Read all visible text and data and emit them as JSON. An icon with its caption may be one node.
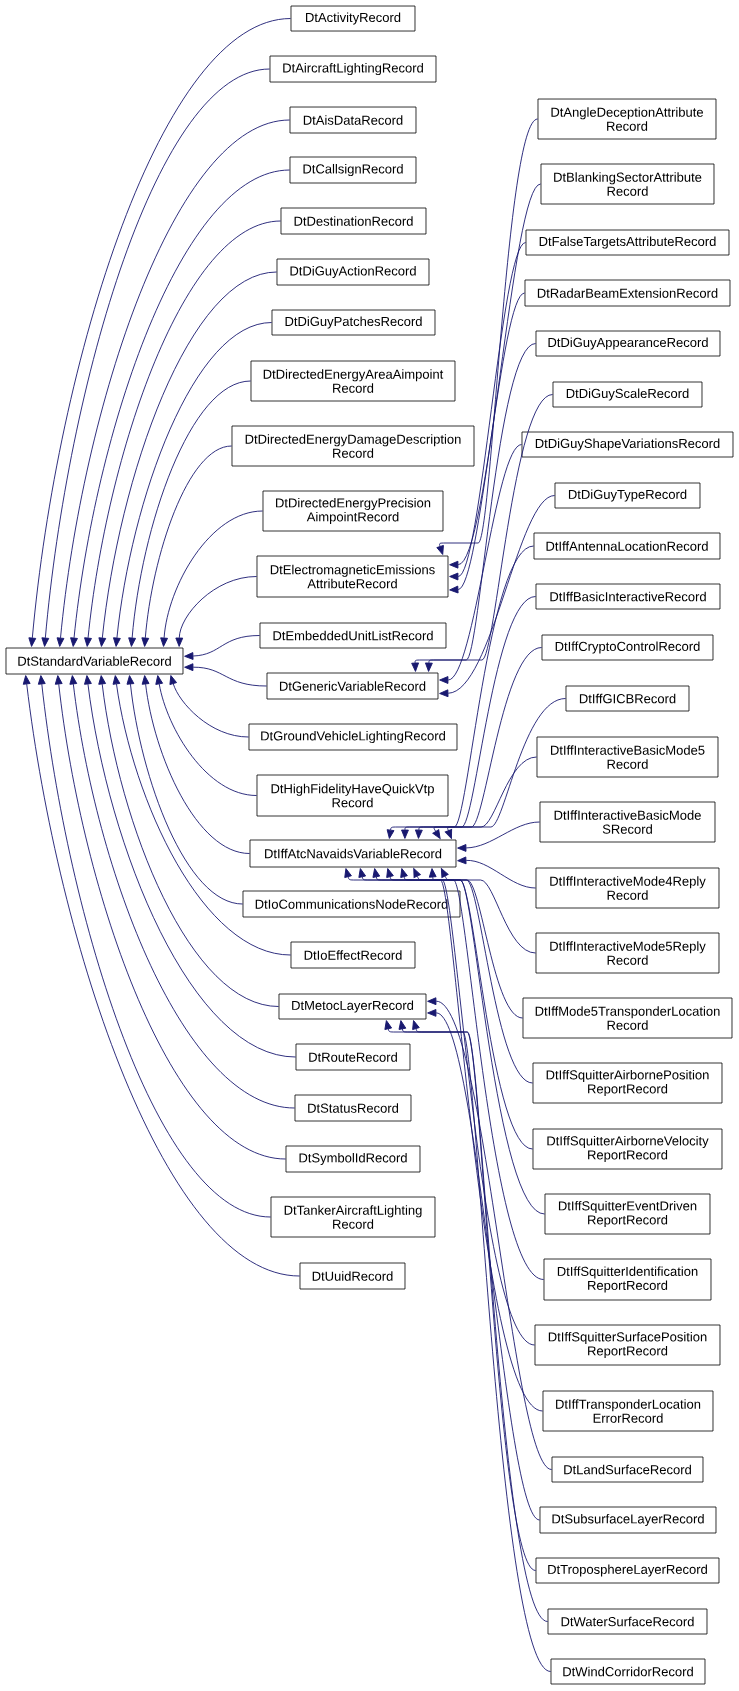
{
  "diagram": {
    "nodes": [
      {
        "text": [
          "DtStandardVariableRecord"
        ]
      },
      {
        "text": [
          "DtActivityRecord"
        ]
      },
      {
        "text": [
          "DtAircraftLightingRecord"
        ]
      },
      {
        "text": [
          "DtAisDataRecord"
        ]
      },
      {
        "text": [
          "DtCallsignRecord"
        ]
      },
      {
        "text": [
          "DtDestinationRecord"
        ]
      },
      {
        "text": [
          "DtDiGuyActionRecord"
        ]
      },
      {
        "text": [
          "DtDiGuyPatchesRecord"
        ]
      },
      {
        "text": [
          "DtDirectedEnergyAreaAimpoint Record"
        ]
      },
      {
        "text": [
          "DtDirectedEnergyDamageDescription Record"
        ]
      },
      {
        "text": [
          "DtDirectedEnergyPrecision AimpointRecord"
        ]
      },
      {
        "text": [
          "DtElectromagneticEmissions AttributeRecord"
        ]
      },
      {
        "text": [
          "DtEmbeddedUnitListRecord"
        ]
      },
      {
        "text": [
          "DtGenericVariableRecord"
        ]
      },
      {
        "text": [
          "DtGroundVehicleLightingRecord"
        ]
      },
      {
        "text": [
          "DtHighFidelityHaveQuickVtp Record"
        ]
      },
      {
        "text": [
          "DtIffAtcNavaidsVariableRecord"
        ]
      },
      {
        "text": [
          "DtIoCommunicationsNodeRecord"
        ]
      },
      {
        "text": [
          "DtIoEffectRecord"
        ]
      },
      {
        "text": [
          "DtMetocLayerRecord"
        ]
      },
      {
        "text": [
          "DtRouteRecord"
        ]
      },
      {
        "text": [
          "DtStatusRecord"
        ]
      },
      {
        "text": [
          "DtSymbolIdRecord"
        ]
      },
      {
        "text": [
          "DtTankerAircraftLighting Record"
        ]
      },
      {
        "text": [
          "DtUuidRecord"
        ]
      },
      {
        "text": [
          "DtAngleDeceptionAttribute Record"
        ]
      },
      {
        "text": [
          "DtBlankingSectorAttribute Record"
        ]
      },
      {
        "text": [
          "DtFalseTargetsAttributeRecord"
        ]
      },
      {
        "text": [
          "DtRadarBeamExtensionRecord"
        ]
      },
      {
        "text": [
          "DtDiGuyAppearanceRecord"
        ]
      },
      {
        "text": [
          "DtDiGuyScaleRecord"
        ]
      },
      {
        "text": [
          "DtDiGuyShapeVariationsRecord"
        ]
      },
      {
        "text": [
          "DtDiGuyTypeRecord"
        ]
      },
      {
        "text": [
          "DtIffAntennaLocationRecord"
        ]
      },
      {
        "text": [
          "DtIffBasicInteractiveRecord"
        ]
      },
      {
        "text": [
          "DtIffCryptoControlRecord"
        ]
      },
      {
        "text": [
          "DtIffGICBRecord"
        ]
      },
      {
        "text": [
          "DtIffInteractiveBasicMode5 Record"
        ]
      },
      {
        "text": [
          "DtIffInteractiveBasicMode SRecord"
        ]
      },
      {
        "text": [
          "DtIffInteractiveMode4Reply Record"
        ]
      },
      {
        "text": [
          "DtIffInteractiveMode5Reply Record"
        ]
      },
      {
        "text": [
          "DtIffMode5TransponderLocation Record"
        ]
      },
      {
        "text": [
          "DtIffSquitterAirbornePosition ReportRecord"
        ]
      },
      {
        "text": [
          "DtIffSquitterAirborneVelocity ReportRecord"
        ]
      },
      {
        "text": [
          "DtIffSquitterEventDriven ReportRecord"
        ]
      },
      {
        "text": [
          "DtIffSquitterIdentification ReportRecord"
        ]
      },
      {
        "text": [
          "DtIffSquitterSurfacePosition ReportRecord"
        ]
      },
      {
        "text": [
          "DtIffTransponderLocation ErrorRecord"
        ]
      },
      {
        "text": [
          "DtLandSurfaceRecord"
        ]
      },
      {
        "text": [
          "DtSubsurfaceLayerRecord"
        ]
      },
      {
        "text": [
          "DtTroposphereLayerRecord"
        ]
      },
      {
        "text": [
          "DtWaterSurfaceRecord"
        ]
      },
      {
        "text": [
          "DtWindCorridorRecord"
        ]
      }
    ],
    "edges": [
      {
        "from": 1,
        "to": 0,
        "arrow": "to"
      },
      {
        "from": 2,
        "to": 0,
        "arrow": "to"
      },
      {
        "from": 3,
        "to": 0,
        "arrow": "to"
      },
      {
        "from": 4,
        "to": 0,
        "arrow": "to"
      },
      {
        "from": 5,
        "to": 0,
        "arrow": "to"
      },
      {
        "from": 6,
        "to": 0,
        "arrow": "to"
      },
      {
        "from": 7,
        "to": 0,
        "arrow": "to"
      },
      {
        "from": 8,
        "to": 0,
        "arrow": "to"
      },
      {
        "from": 9,
        "to": 0,
        "arrow": "to"
      },
      {
        "from": 10,
        "to": 0,
        "arrow": "to"
      },
      {
        "from": 11,
        "to": 0,
        "arrow": "to"
      },
      {
        "from": 12,
        "to": 0,
        "arrow": "to"
      },
      {
        "from": 13,
        "to": 0,
        "arrow": "to"
      },
      {
        "from": 14,
        "to": 0,
        "arrow": "to"
      },
      {
        "from": 15,
        "to": 0,
        "arrow": "to"
      },
      {
        "from": 16,
        "to": 0,
        "arrow": "to"
      },
      {
        "from": 17,
        "to": 0,
        "arrow": "to"
      },
      {
        "from": 18,
        "to": 0,
        "arrow": "to"
      },
      {
        "from": 19,
        "to": 0,
        "arrow": "to"
      },
      {
        "from": 20,
        "to": 0,
        "arrow": "to"
      },
      {
        "from": 21,
        "to": 0,
        "arrow": "to"
      },
      {
        "from": 22,
        "to": 0,
        "arrow": "to"
      },
      {
        "from": 23,
        "to": 0,
        "arrow": "to"
      },
      {
        "from": 24,
        "to": 0,
        "arrow": "to"
      },
      {
        "from": 25,
        "to": 11,
        "arrow": "to"
      },
      {
        "from": 26,
        "to": 11,
        "arrow": "to"
      },
      {
        "from": 27,
        "to": 11,
        "arrow": "to"
      },
      {
        "from": 28,
        "to": 11,
        "arrow": "to"
      },
      {
        "from": 29,
        "to": 13,
        "arrow": "to"
      },
      {
        "from": 30,
        "to": 13,
        "arrow": "to"
      },
      {
        "from": 31,
        "to": 13,
        "arrow": "to"
      },
      {
        "from": 32,
        "to": 13,
        "arrow": "to"
      },
      {
        "from": 33,
        "to": 16,
        "arrow": "to"
      },
      {
        "from": 34,
        "to": 16,
        "arrow": "to"
      },
      {
        "from": 35,
        "to": 16,
        "arrow": "to"
      },
      {
        "from": 36,
        "to": 16,
        "arrow": "to"
      },
      {
        "from": 37,
        "to": 16,
        "arrow": "to"
      },
      {
        "from": 38,
        "to": 16,
        "arrow": "to"
      },
      {
        "from": 39,
        "to": 16,
        "arrow": "to"
      },
      {
        "from": 40,
        "to": 16,
        "arrow": "to"
      },
      {
        "from": 41,
        "to": 16,
        "arrow": "to"
      },
      {
        "from": 42,
        "to": 16,
        "arrow": "to"
      },
      {
        "from": 43,
        "to": 16,
        "arrow": "to"
      },
      {
        "from": 44,
        "to": 16,
        "arrow": "to"
      },
      {
        "from": 45,
        "to": 16,
        "arrow": "to"
      },
      {
        "from": 46,
        "to": 16,
        "arrow": "to"
      },
      {
        "from": 47,
        "to": 16,
        "arrow": "to"
      },
      {
        "from": 48,
        "to": 19,
        "arrow": "to"
      },
      {
        "from": 49,
        "to": 19,
        "arrow": "to"
      },
      {
        "from": 50,
        "to": 19,
        "arrow": "to"
      },
      {
        "from": 51,
        "to": 19,
        "arrow": "to"
      },
      {
        "from": 52,
        "to": 19,
        "arrow": "to"
      }
    ]
  }
}
